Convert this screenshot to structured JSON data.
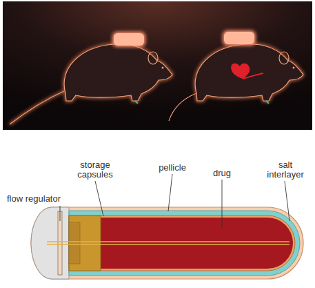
{
  "diagram": {
    "labels": [
      "storage capsules",
      "pellicle",
      "drug",
      "salt interlayer",
      "flow regulator"
    ]
  }
}
